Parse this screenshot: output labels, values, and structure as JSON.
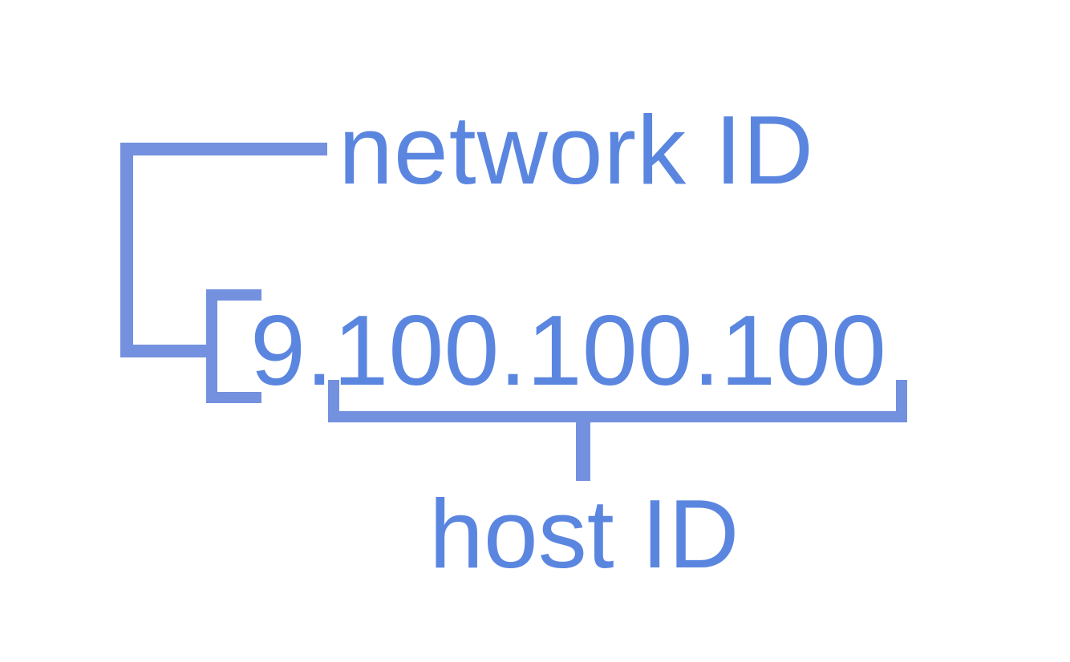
{
  "diagram": {
    "network_label": "network ID",
    "ip_address": "9.100.100.100",
    "host_label": "host ID"
  },
  "colors": {
    "text": "#5b86e0",
    "bracket": "#7391de",
    "background": "#ffffff"
  }
}
